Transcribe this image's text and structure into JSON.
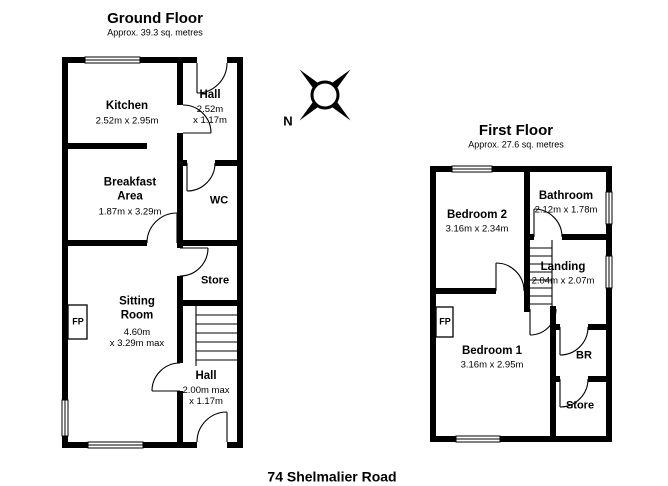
{
  "page_title": "74 Shelmalier Road",
  "compass": {
    "north_label": "N"
  },
  "colors": {
    "wall": "#000000",
    "background": "#ffffff"
  },
  "ground_floor": {
    "title": "Ground Floor",
    "subtitle": "Approx. 39.3 sq. metres",
    "rooms": {
      "kitchen": {
        "name": "Kitchen",
        "dims": "2.52m x 2.95m"
      },
      "hall_top": {
        "name": "Hall",
        "dims": "2.52m\nx 1.17m"
      },
      "breakfast": {
        "name": "Breakfast\nArea",
        "dims": "1.87m x 3.29m"
      },
      "wc": {
        "name": "WC"
      },
      "store": {
        "name": "Store"
      },
      "sitting": {
        "name": "Sitting\nRoom",
        "dims": "4.60m\nx 3.29m max"
      },
      "hall_bottom": {
        "name": "Hall",
        "dims": "2.00m max\nx 1.17m"
      },
      "fireplace": {
        "name": "FP"
      }
    }
  },
  "first_floor": {
    "title": "First Floor",
    "subtitle": "Approx. 27.6 sq. metres",
    "rooms": {
      "bedroom2": {
        "name": "Bedroom 2",
        "dims": "3.16m x 2.34m"
      },
      "bathroom": {
        "name": "Bathroom",
        "dims": "2.12m x 1.78m"
      },
      "landing": {
        "name": "Landing",
        "dims": "2.04m x 2.07m"
      },
      "bedroom1": {
        "name": "Bedroom 1",
        "dims": "3.16m x 2.95m"
      },
      "br": {
        "name": "BR"
      },
      "store": {
        "name": "Store"
      },
      "fireplace": {
        "name": "FP"
      }
    }
  }
}
